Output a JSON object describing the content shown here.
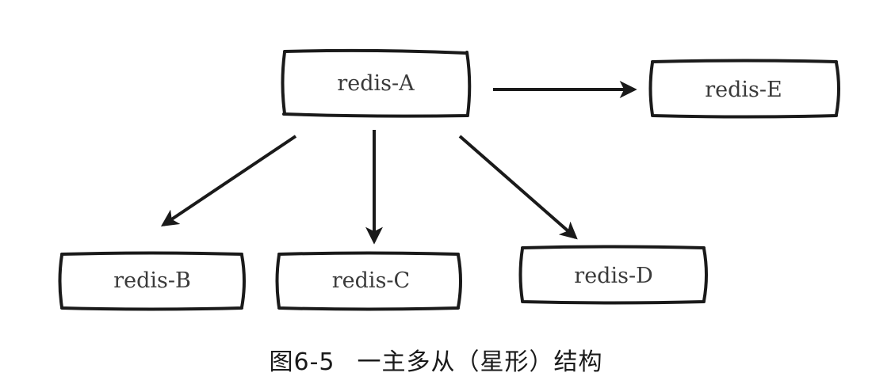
{
  "diagram": {
    "nodes": [
      {
        "id": "A",
        "label": "redis-A"
      },
      {
        "id": "B",
        "label": "redis-B"
      },
      {
        "id": "C",
        "label": "redis-C"
      },
      {
        "id": "D",
        "label": "redis-D"
      },
      {
        "id": "E",
        "label": "redis-E"
      }
    ],
    "edges": [
      {
        "from": "A",
        "to": "E"
      },
      {
        "from": "A",
        "to": "B"
      },
      {
        "from": "A",
        "to": "C"
      },
      {
        "from": "A",
        "to": "D"
      }
    ],
    "colors": {
      "stroke": "#1a1a1a",
      "text": "#3a3a3a"
    }
  },
  "caption": {
    "figure_number": "图6-5",
    "title": "一主多从（星形）结构"
  }
}
